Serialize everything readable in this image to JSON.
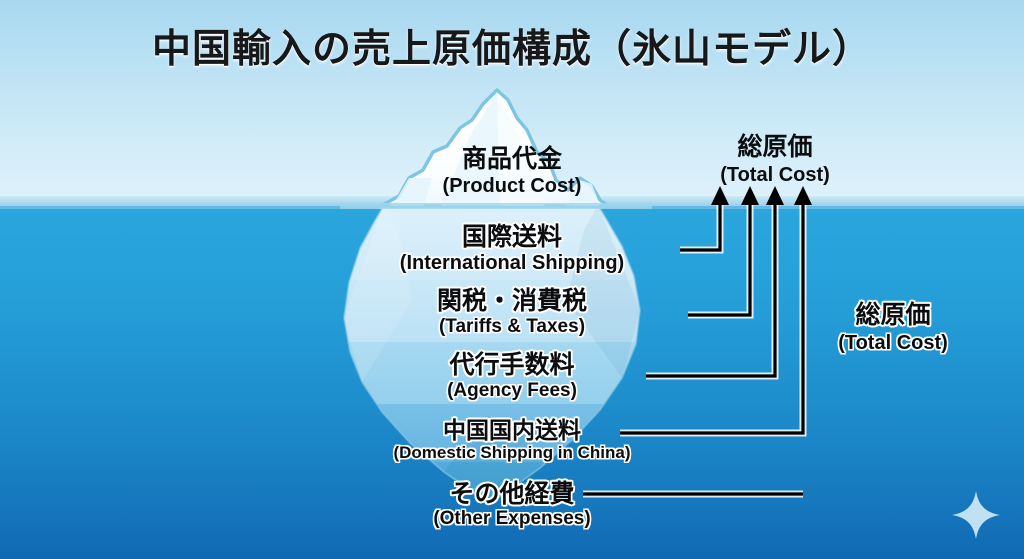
{
  "page": {
    "title": "中国輸入の売上原価構成（氷山モデル）"
  },
  "colors": {
    "sky": "#bde2f4",
    "sea_top": "#2aa6dd",
    "sea_bottom": "#1069b2",
    "waterline": "#63b9e4",
    "berg_outline": "#7ec4e3",
    "berg_tip_white": "#ffffff",
    "band_1": "#d6eefa",
    "band_2": "#c3e6f7",
    "band_3": "#9ed5ef",
    "band_4": "#6fbde5",
    "band_5": "#4aa9da",
    "connector": "#000000",
    "text": "#0c0d0f"
  },
  "iceberg": {
    "above_water": {
      "ja": "商品代金",
      "en": "(Product Cost)"
    },
    "below_water": [
      {
        "ja": "国際送料",
        "en": "(International Shipping)"
      },
      {
        "ja": "関税・消費税",
        "en": "(Tariffs & Taxes)"
      },
      {
        "ja": "代行手数料",
        "en": "(Agency Fees)"
      },
      {
        "ja": "中国国内送料",
        "en": "(Domestic Shipping in China)"
      },
      {
        "ja": "その他経費",
        "en": "(Other Expenses)"
      }
    ]
  },
  "callouts": {
    "top": {
      "ja": "総原価",
      "en": "(Total Cost)"
    },
    "right": {
      "ja": "総原価",
      "en": "(Total Cost)"
    }
  },
  "decoration": {
    "sparkle": "sparkle-icon"
  },
  "arrows": {
    "count": 4,
    "direction": "up"
  }
}
